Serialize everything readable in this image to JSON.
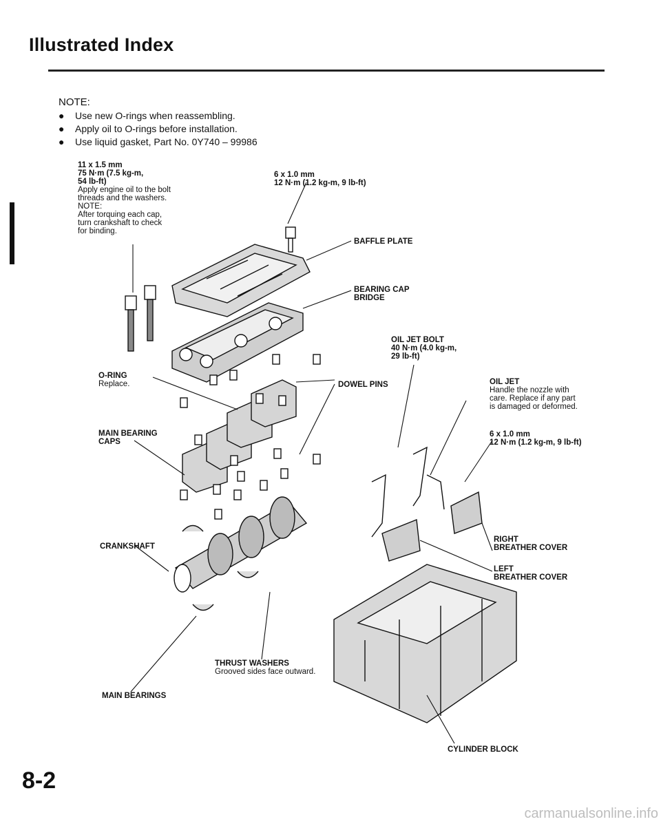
{
  "page": {
    "title": "Illustrated Index",
    "page_number": "8-2",
    "watermark": "carmanualsonline.info"
  },
  "notes": {
    "heading": "NOTE:",
    "items": [
      "Use new O-rings when reassembling.",
      "Apply oil to O-rings before installation.",
      "Use liquid gasket, Part No. 0Y740 – 99986"
    ]
  },
  "labels": {
    "main_bolt": {
      "size": "11 x 1.5 mm",
      "torque1": "75 N·m (7.5 kg-m,",
      "torque2": "54 lb-ft)",
      "apply1": "Apply engine oil to the bolt",
      "apply2": "threads and the washers.",
      "note": "NOTE:",
      "note1": "After torquing each cap,",
      "note2": "turn crankshaft to check",
      "note3": "for binding."
    },
    "baffle_bolt": {
      "size": "6 x 1.0 mm",
      "torque": "12 N·m (1.2 kg-m, 9 lb-ft)"
    },
    "baffle_plate": "BAFFLE PLATE",
    "bearing_cap_bridge1": "BEARING CAP",
    "bearing_cap_bridge2": "BRIDGE",
    "oil_jet_bolt": {
      "name": "OIL JET BOLT",
      "torque1": "40 N·m (4.0 kg-m,",
      "torque2": "29 lb-ft)"
    },
    "o_ring": {
      "name": "O-RING",
      "note": "Replace."
    },
    "dowel_pins": "DOWEL PINS",
    "oil_jet": {
      "name": "OIL JET",
      "note1": "Handle the nozzle with",
      "note2": "care. Replace if any part",
      "note3": "is damaged or deformed."
    },
    "main_bearing_caps1": "MAIN BEARING",
    "main_bearing_caps2": "CAPS",
    "cover_bolt": {
      "size": "6 x 1.0 mm",
      "torque": "12 N·m (1.2 kg-m, 9 lb-ft)"
    },
    "crankshaft": "CRANKSHAFT",
    "right_cover1": "RIGHT",
    "right_cover2": "BREATHER COVER",
    "left_cover1": "LEFT",
    "left_cover2": "BREATHER COVER",
    "thrust_washers": {
      "name": "THRUST WASHERS",
      "note": "Grooved sides face outward."
    },
    "main_bearings": "MAIN BEARINGS",
    "cylinder_block": "CYLINDER BLOCK"
  }
}
